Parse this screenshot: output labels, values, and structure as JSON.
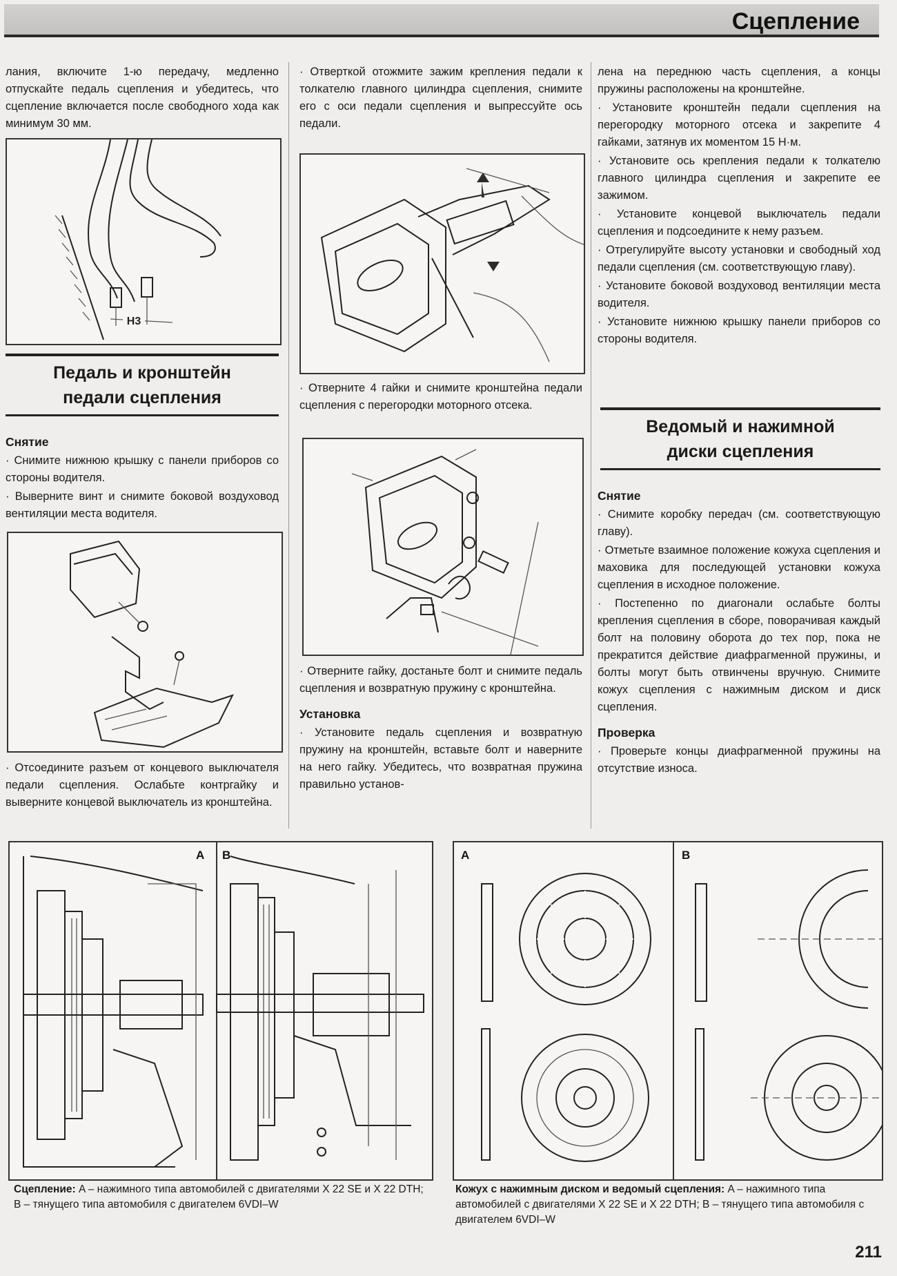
{
  "header": {
    "title": "Сцепление"
  },
  "col1": {
    "para_top": "лания, включите 1-ю передачу, медленно отпускайте педаль сцепления и убедитесь, что сцепление включается после свободного хода как минимум 30 мм.",
    "fig1_label": "H3",
    "section_title_1": "Педаль и кронштейн",
    "section_title_2": "педали сцепления",
    "subhead_removal": "Снятие",
    "bullet1": "· Снимите нижнюю крышку с панели приборов со стороны водителя.",
    "bullet2": "· Выверните винт и снимите боковой воздуховод вентиляции места водителя.",
    "bullet3": "· Отсоедините разъем от концевого выключателя педали сцепления. Ослабьте контргайку и выверните концевой выключатель из кронштейна."
  },
  "col2": {
    "bullet1": "· Отверткой отожмите зажим крепления педали к толкателю главного цилиндра сцепления, снимите его с оси педали сцепления и выпрессуйте ось педали.",
    "bullet2": "· Отверните 4 гайки и снимите кронштейна педали сцепления с перегородки моторного отсека.",
    "bullet3": "· Отверните гайку, достаньте болт и снимите педаль сцепления и возвратную пружину с кронштейна.",
    "subhead_install": "Установка",
    "bullet4": "· Установите педаль сцепления и возвратную пружину на кронштейн, вставьте болт и наверните на него гайку. Убедитесь, что возвратная пружина правильно установ-"
  },
  "col3": {
    "para_top": "лена на переднюю часть сцепления, а концы пружины расположены на кронштейне.",
    "bullet1": "· Установите кронштейн педали сцепления на перегородку моторного отсека и закрепите 4 гайками, затянув их моментом 15 Н·м.",
    "bullet2": "· Установите ось крепления педали к толкателю главного цилиндра сцепления и закрепите ее зажимом.",
    "bullet3": "· Установите концевой выключатель педали сцепления и подсоедините к нему разъем.",
    "bullet4": "· Отрегулируйте высоту установки и свободный ход педали сцепления (см. соответствующую главу).",
    "bullet5": "· Установите боковой воздуховод вентиляции места водителя.",
    "bullet6": "· Установите нижнюю крышку панели приборов со стороны водителя.",
    "section_title_1": "Ведомый и нажимной",
    "section_title_2": "диски сцепления",
    "subhead_removal": "Снятие",
    "bullet7": "· Снимите коробку передач (см. соответствующую главу).",
    "bullet8": "· Отметьте взаимное положение кожуха сцепления и маховика для последующей установки кожуха сцепления в исходное положение.",
    "bullet9": "· Постепенно по диагонали ослабьте болты крепления сцепления в сборе, поворачивая каждый болт на половину оборота до тех пор, пока не прекратится действие диафрагменной пружины, и болты могут быть отвинчены вручную. Снимите кожух сцепления с нажимным диском и диск сцепления.",
    "subhead_check": "Проверка",
    "bullet10": "· Проверьте концы диафрагменной пружины на отсутствие износа."
  },
  "bottom": {
    "left_fig": {
      "label_a": "A",
      "label_b": "B"
    },
    "left_caption_bold": "Сцепление:",
    "left_caption": " A – нажимного типа автомобилей с двигателями X 22 SE и X 22 DTH; B – тянущего типа автомобиля с двигателем 6VDI–W",
    "right_fig": {
      "label_a": "A",
      "label_b": "B"
    },
    "right_caption_bold": "Кожух с нажимным диском и ведомый сцепления:",
    "right_caption": " A – нажимного типа автомобилей с двигателями X 22 SE и X 22 DTH; B – тянущего типа автомобиля с двигателем 6VDI–W"
  },
  "page_number": "211"
}
